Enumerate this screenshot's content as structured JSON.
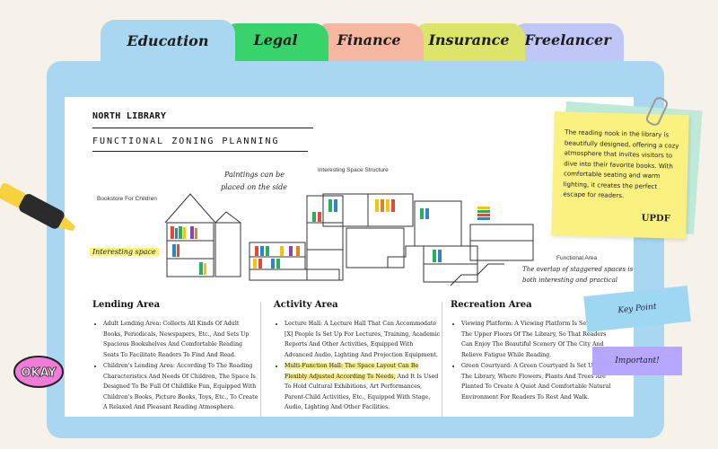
{
  "tabs": [
    {
      "label": "Education"
    },
    {
      "label": "Legal"
    },
    {
      "label": "Finance"
    },
    {
      "label": "Insurance"
    },
    {
      "label": "Freelancer"
    }
  ],
  "doc": {
    "library": "NORTH LIBRARY",
    "zoning": "FUNCTIONAL ZONING PLANNING",
    "annotations": {
      "bookstore": "Bookstore For Children",
      "paintings_1": "Paintings can be",
      "paintings_2": "placed on the side",
      "structure": "Interesting Space Structure",
      "interesting": "Interesting space",
      "functional": "Functional Area",
      "overlap_1": "The overlap of staggered spaces is",
      "overlap_2": "both interesting and practical"
    },
    "columns": [
      {
        "title": "Lending Area",
        "items": [
          "Adult Lending Area: Collects All Kinds Of Adult Books, Periodicals, Newspapers, Etc., And Sets Up Spacious Bookshelves And Comfortable Reading Seats To Facilitate Readers To Find And Read.",
          "Children's Lending Area: According To The Reading Characteristics And Needs Of Children, The Space Is Designed To Be Full Of Childlike Fun, Equipped With Children's Books, Picture Books, Toys, Etc., To Create A Relaxed And Pleasant Reading Atmosphere."
        ]
      },
      {
        "title": "Activity Area",
        "items": [
          "Lecture Hall: A Lecture Hall That Can Accommodate [X] People Is Set Up For Lectures, Training, Academic Reports And Other Activities, Equipped With Advanced Audio, Lighting And Projection Equipment.",
          "Multi-Function Hall: The Space Layout Can Be Flexibly Adjusted According To Needs, And It Is Used To Hold Cultural Exhibitions, Art Performances, Parent-Child Activities, Etc., Equipped With Stage, Audio, Lighting And Other Facilities."
        ],
        "highlight": "Multi-Function Hall: The Space Layout Can Be Flexibly Adjusted According To Needs,",
        "rest": " And It Is Used To Hold Cultural Exhibitions, Art Performances, Parent-Child Activities, Etc., Equipped With Stage, Audio, Lighting And Other Facilities."
      },
      {
        "title": "Recreation Area",
        "items": [
          "Viewing Platform: A Viewing Platform Is Set Up On The Upper Floors Of The Library, So That Readers Can Enjoy The Beautiful Scenery Of The City And Relieve Fatigue While Reading.",
          "Green Courtyard: A Green Courtyard Is Set Up Inside The Library, Where Flowers, Plants And Trees Are Planted To Create A Quiet And Comfortable Natural Environment For Readers To Rest And Walk."
        ]
      }
    ]
  },
  "sticky": {
    "text": "The reading nook in the library is beautifully designed, offering a cozy atmosphere that invites visitors to dive into their favorite books. With comfortable seating and warm lighting, it creates the perfect escape for readers.",
    "sign": "UPDF"
  },
  "labels": {
    "keypoint": "Key Point",
    "important": "Important!",
    "badge": "OKAY"
  },
  "colors": {
    "folder": "#a9d6f1",
    "legal": "#39d36b",
    "finance": "#f6b7a0",
    "insurance": "#dbe56a",
    "freelancer": "#c0c6f5",
    "sticky": "#fbf180",
    "highlight": "#fbef8a"
  }
}
